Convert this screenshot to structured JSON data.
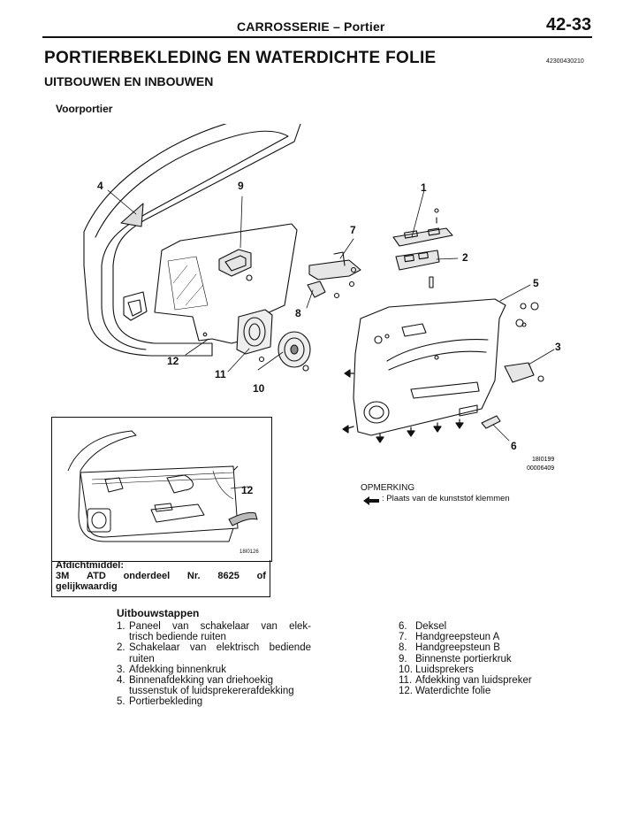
{
  "header": {
    "section": "CARROSSERIE – Portier",
    "page_number": "42-33"
  },
  "title": "PORTIERBEKLEDING EN WATERDICHTE FOLIE",
  "document_code": "42300430210",
  "subtitle": "UITBOUWEN EN INBOUWEN",
  "section_label": "Voorportier",
  "callouts": {
    "c1": "1",
    "c2": "2",
    "c3": "3",
    "c4": "4",
    "c5": "5",
    "c6": "6",
    "c7": "7",
    "c8": "8",
    "c9": "9",
    "c10": "10",
    "c11": "11",
    "c12": "12",
    "inset_12": "12"
  },
  "figure_refs": {
    "main_code": "18I0199",
    "main_number": "00006409",
    "inset_code": "18I0126"
  },
  "sealant": {
    "line1": "Afdichtmiddel:",
    "line2_words": [
      "3M",
      "ATD",
      "onderdeel",
      "Nr.",
      "8625",
      "of"
    ],
    "line3": "gelijkwaardig"
  },
  "note": {
    "title": "OPMERKING",
    "text": ": Plaats van de kunststof klemmen",
    "arrow_icon": "left-arrow-icon"
  },
  "steps_heading": "Uitbouwstappen",
  "steps_left": [
    {
      "num": "1.",
      "lines": [
        "Paneel van schakelaar van elek-",
        "trisch bediende ruiten"
      ]
    },
    {
      "num": "2.",
      "lines": [
        "Schakelaar van elektrisch bediende",
        "ruiten"
      ]
    },
    {
      "num": "3.",
      "lines": [
        "Afdekking binnenkruk"
      ]
    },
    {
      "num": "4.",
      "lines": [
        "Binnenafdekking van driehoekig",
        "tussenstuk of luidsprekererafdekking"
      ]
    },
    {
      "num": "5.",
      "lines": [
        "Portierbekleding"
      ]
    }
  ],
  "steps_right": [
    {
      "num": "6.",
      "text": "Deksel"
    },
    {
      "num": "7.",
      "text": "Handgreepsteun A"
    },
    {
      "num": "8.",
      "text": "Handgreepsteun B"
    },
    {
      "num": "9.",
      "text": "Binnenste portierkruk"
    },
    {
      "num": "10.",
      "text": "Luidsprekers"
    },
    {
      "num": "11.",
      "text": "Afdekking van luidspreker"
    },
    {
      "num": "12.",
      "text": "Waterdichte folie"
    }
  ]
}
